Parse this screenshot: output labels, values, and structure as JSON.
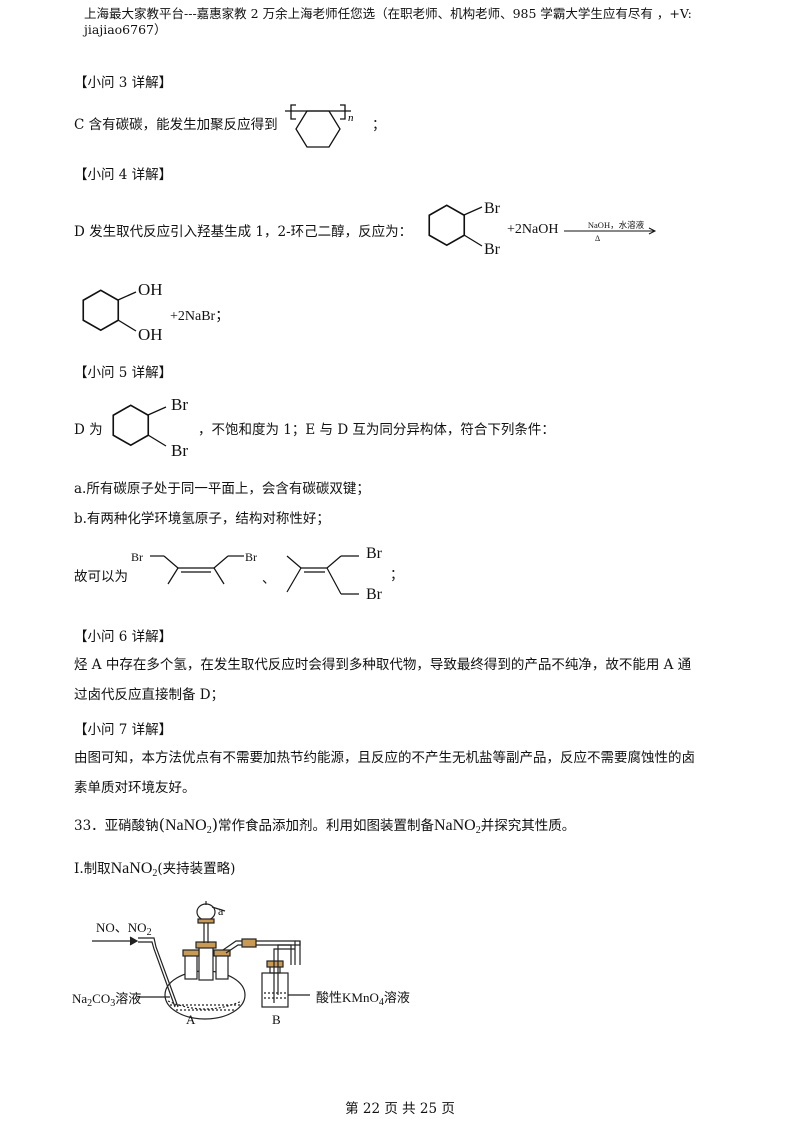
{
  "header": {
    "line1": "上海最大家教平台---嘉惠家教    2 万余上海老师任您选（在职老师、机构老师、985 学霸大学生应有尽有   ，+V:",
    "line2": "jiajiao6767）"
  },
  "q3": {
    "title": "【小问 3 详解】",
    "text": "C 含有碳碳，能发生加聚反应得到",
    "polymer_n": "n",
    "end": "；"
  },
  "q4": {
    "title": "【小问 4 详解】",
    "text": "D 发生取代反应引入羟基生成 1，2-环己二醇，反应为：",
    "br_top": "Br",
    "br_bottom": "Br",
    "reagent": "+2NaOH",
    "condition_top": "NaOH，水溶液",
    "condition_bottom": "Δ",
    "oh_top": "OH",
    "oh_bottom": "OH",
    "product": "+2NaBr；"
  },
  "q5": {
    "title": "【小问 5 详解】",
    "d_is": "D 为",
    "br_top": "Br",
    "br_bottom": "Br",
    "text": "，不饱和度为 1；E 与 D 互为同分异构体，符合下列条件：",
    "cond_a": "a.所有碳原子处于同一平面上，会含有碳碳双键；",
    "cond_b": "b.有两种化学环境氢原子，结构对称性好；",
    "can_be": "故可以为",
    "s1_br_left": "Br",
    "s1_br_right": "Br",
    "sep": "、",
    "s2_br_top": "Br",
    "s2_br_bottom": "Br",
    "end": "；"
  },
  "q6": {
    "title": "【小问 6 详解】",
    "line1": "烃 A 中存在多个氢，在发生取代反应时会得到多种取代物，导致最终得到的产品不纯净，故不能用 A 通",
    "line2": "过卤代反应直接制备 D；"
  },
  "q7": {
    "title": "【小问 7 详解】",
    "line1": "由图可知，本方法优点有不需要加热节约能源，且反应的不产生无机盐等副产品，反应不需要腐蚀性的卤",
    "line2": "素单质对环境友好。"
  },
  "q33": {
    "pre": "33．亚硝酸钠",
    "paren_open": "(",
    "formula_main": "NaNO",
    "formula_sub": "2",
    "paren_close": ")",
    "mid": "常作食品添加剂。利用如图装置制备",
    "formula2_main": "NaNO",
    "formula2_sub": "2",
    "post": "并探究其性质。"
  },
  "part1": {
    "pre": "I.制取",
    "formula_main": "NaNO",
    "formula_sub": "2",
    "post": "(夹持装置略)"
  },
  "apparatus": {
    "gas_label": "NO、NO",
    "gas_sub": "2",
    "funnel_label": "a",
    "left_sol_pre": "Na",
    "left_sol_sub1": "2",
    "left_sol_mid": "CO",
    "left_sol_sub2": "3",
    "left_sol_post": "溶液",
    "label_a": "A",
    "label_b": "B",
    "right_sol_pre": "酸性KMnO",
    "right_sol_sub": "4",
    "right_sol_post": "溶液"
  },
  "footer": {
    "text": "第 22 页 共 25 页"
  }
}
